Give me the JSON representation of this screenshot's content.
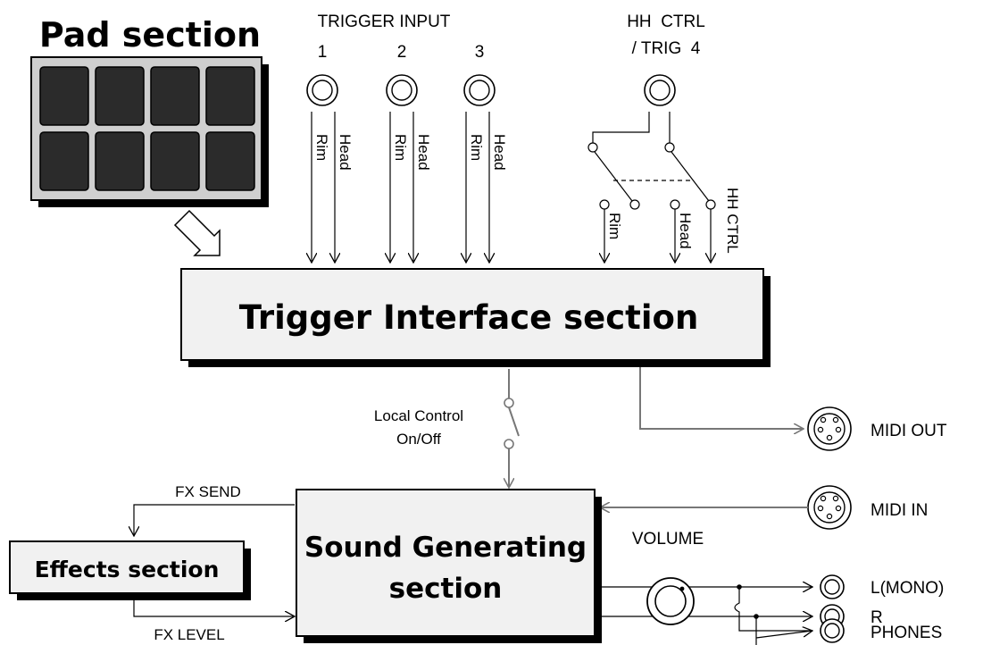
{
  "pad_section": {
    "title": "Pad section",
    "pad_count": 8
  },
  "trigger_input": {
    "title": "TRIGGER INPUT",
    "inputs": [
      {
        "number": "1",
        "rim": "Rim",
        "head": "Head"
      },
      {
        "number": "2",
        "rim": "Rim",
        "head": "Head"
      },
      {
        "number": "3",
        "rim": "Rim",
        "head": "Head"
      }
    ]
  },
  "hh_ctrl": {
    "title_line1": "HH  CTRL",
    "title_line2": "/ TRIG  4",
    "rim": "Rim",
    "head": "Head",
    "ctrl": "HH CTRL"
  },
  "trigger_interface": {
    "title": "Trigger Interface section"
  },
  "local_control": {
    "line1": "Local Control",
    "line2": "On/Off"
  },
  "midi_out": {
    "label": "MIDI OUT"
  },
  "midi_in": {
    "label": "MIDI IN"
  },
  "sound_generating": {
    "line1": "Sound Generating",
    "line2": "section"
  },
  "effects": {
    "title": "Effects section",
    "fx_send": "FX SEND",
    "fx_level": "FX LEVEL"
  },
  "volume": {
    "label": "VOLUME"
  },
  "outputs": {
    "left": "L(MONO)",
    "right": "R",
    "phones": "PHONES"
  },
  "colors": {
    "box_fill": "#f1f1f1",
    "shadow": "#000000",
    "pad_face": "#2b2b2b",
    "pad_panel": "#cfcfcf",
    "gray_wire": "#777777"
  }
}
